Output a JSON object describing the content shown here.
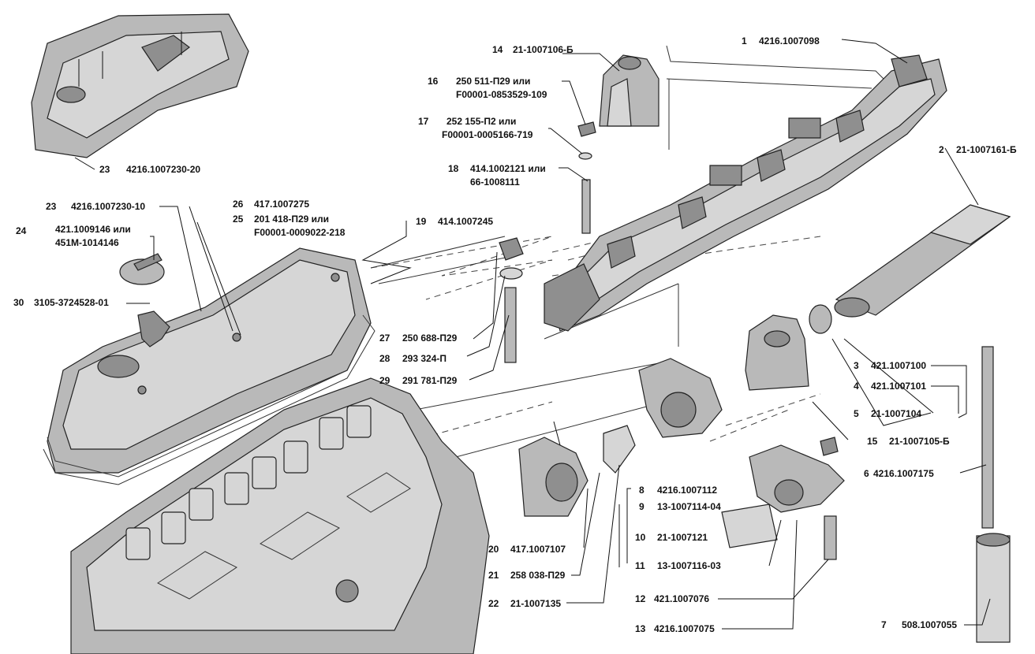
{
  "callouts": {
    "c1": {
      "num": "1",
      "code": "4216.1007098"
    },
    "c2": {
      "num": "2",
      "code": "21-1007161-Б"
    },
    "c3": {
      "num": "3",
      "code": "421.1007100"
    },
    "c4": {
      "num": "4",
      "code": "421.1007101"
    },
    "c5": {
      "num": "5",
      "code": "21-1007104"
    },
    "c6": {
      "num": "6",
      "code": "4216.1007175"
    },
    "c7": {
      "num": "7",
      "code": "508.1007055"
    },
    "c8": {
      "num": "8",
      "code": "4216.1007112"
    },
    "c9": {
      "num": "9",
      "code": "13-1007114-04"
    },
    "c10": {
      "num": "10",
      "code": "21-1007121"
    },
    "c11": {
      "num": "11",
      "code": "13-1007116-03"
    },
    "c12": {
      "num": "12",
      "code": "421.1007076"
    },
    "c13": {
      "num": "13",
      "code": "4216.1007075"
    },
    "c14": {
      "num": "14",
      "code": "21-1007106-Б"
    },
    "c15": {
      "num": "15",
      "code": "21-1007105-Б"
    },
    "c16": {
      "num": "16",
      "code": "250 511-П29 или",
      "code2": "F00001-0853529-109"
    },
    "c17": {
      "num": "17",
      "code": "252 155-П2 или",
      "code2": "F00001-0005166-719"
    },
    "c18": {
      "num": "18",
      "code": "414.1002121 или",
      "code2": "66-1008111"
    },
    "c19": {
      "num": "19",
      "code": "414.1007245"
    },
    "c20": {
      "num": "20",
      "code": "417.1007107"
    },
    "c21": {
      "num": "21",
      "code": "258 038-П29"
    },
    "c22": {
      "num": "22",
      "code": "21-1007135"
    },
    "c23a": {
      "num": "23",
      "code": "4216.1007230-20"
    },
    "c23b": {
      "num": "23",
      "code": "4216.1007230-10"
    },
    "c24": {
      "num": "24",
      "code": "421.1009146 или",
      "code2": "451М-1014146"
    },
    "c25": {
      "num": "25",
      "code": "201 418-П29 или",
      "code2": "F00001-0009022-218"
    },
    "c26": {
      "num": "26",
      "code": "417.1007275"
    },
    "c27": {
      "num": "27",
      "code": "250 688-П29"
    },
    "c28": {
      "num": "28",
      "code": "293 324-П"
    },
    "c29": {
      "num": "29",
      "code": "291 781-П29"
    },
    "c30": {
      "num": "30",
      "code": "3105-3724528-01"
    }
  }
}
